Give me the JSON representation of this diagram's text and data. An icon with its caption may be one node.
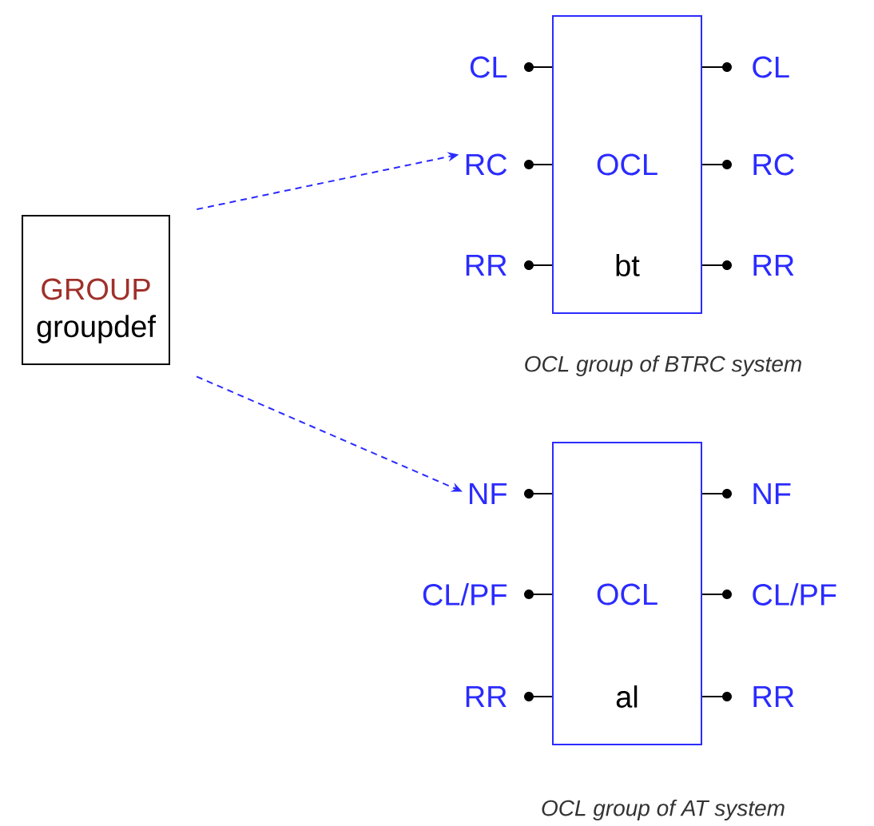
{
  "diagram": {
    "nodes": [
      {
        "text": [
          "GROUP",
          "groupdef"
        ]
      },
      {
        "text": [
          "RC"
        ]
      },
      {
        "text": [
          "OCL",
          "bt"
        ],
        "beside": [
          "OCL group of BTRC system"
        ]
      },
      {
        "text": [
          "NF"
        ]
      },
      {
        "text": [
          "OCL",
          "al"
        ],
        "beside": [
          "OCL group of AT system"
        ]
      }
    ],
    "edges": [
      {
        "from": 0,
        "to": 1,
        "arrow": "to",
        "style": "dashed"
      },
      {
        "from": 0,
        "to": 3,
        "arrow": "to",
        "style": "dashed"
      }
    ],
    "labels": [
      "CL",
      "CL",
      "RC",
      "RR",
      "RR",
      "NF",
      "CL/PF",
      "CL/PF",
      "RR",
      "RR"
    ]
  }
}
